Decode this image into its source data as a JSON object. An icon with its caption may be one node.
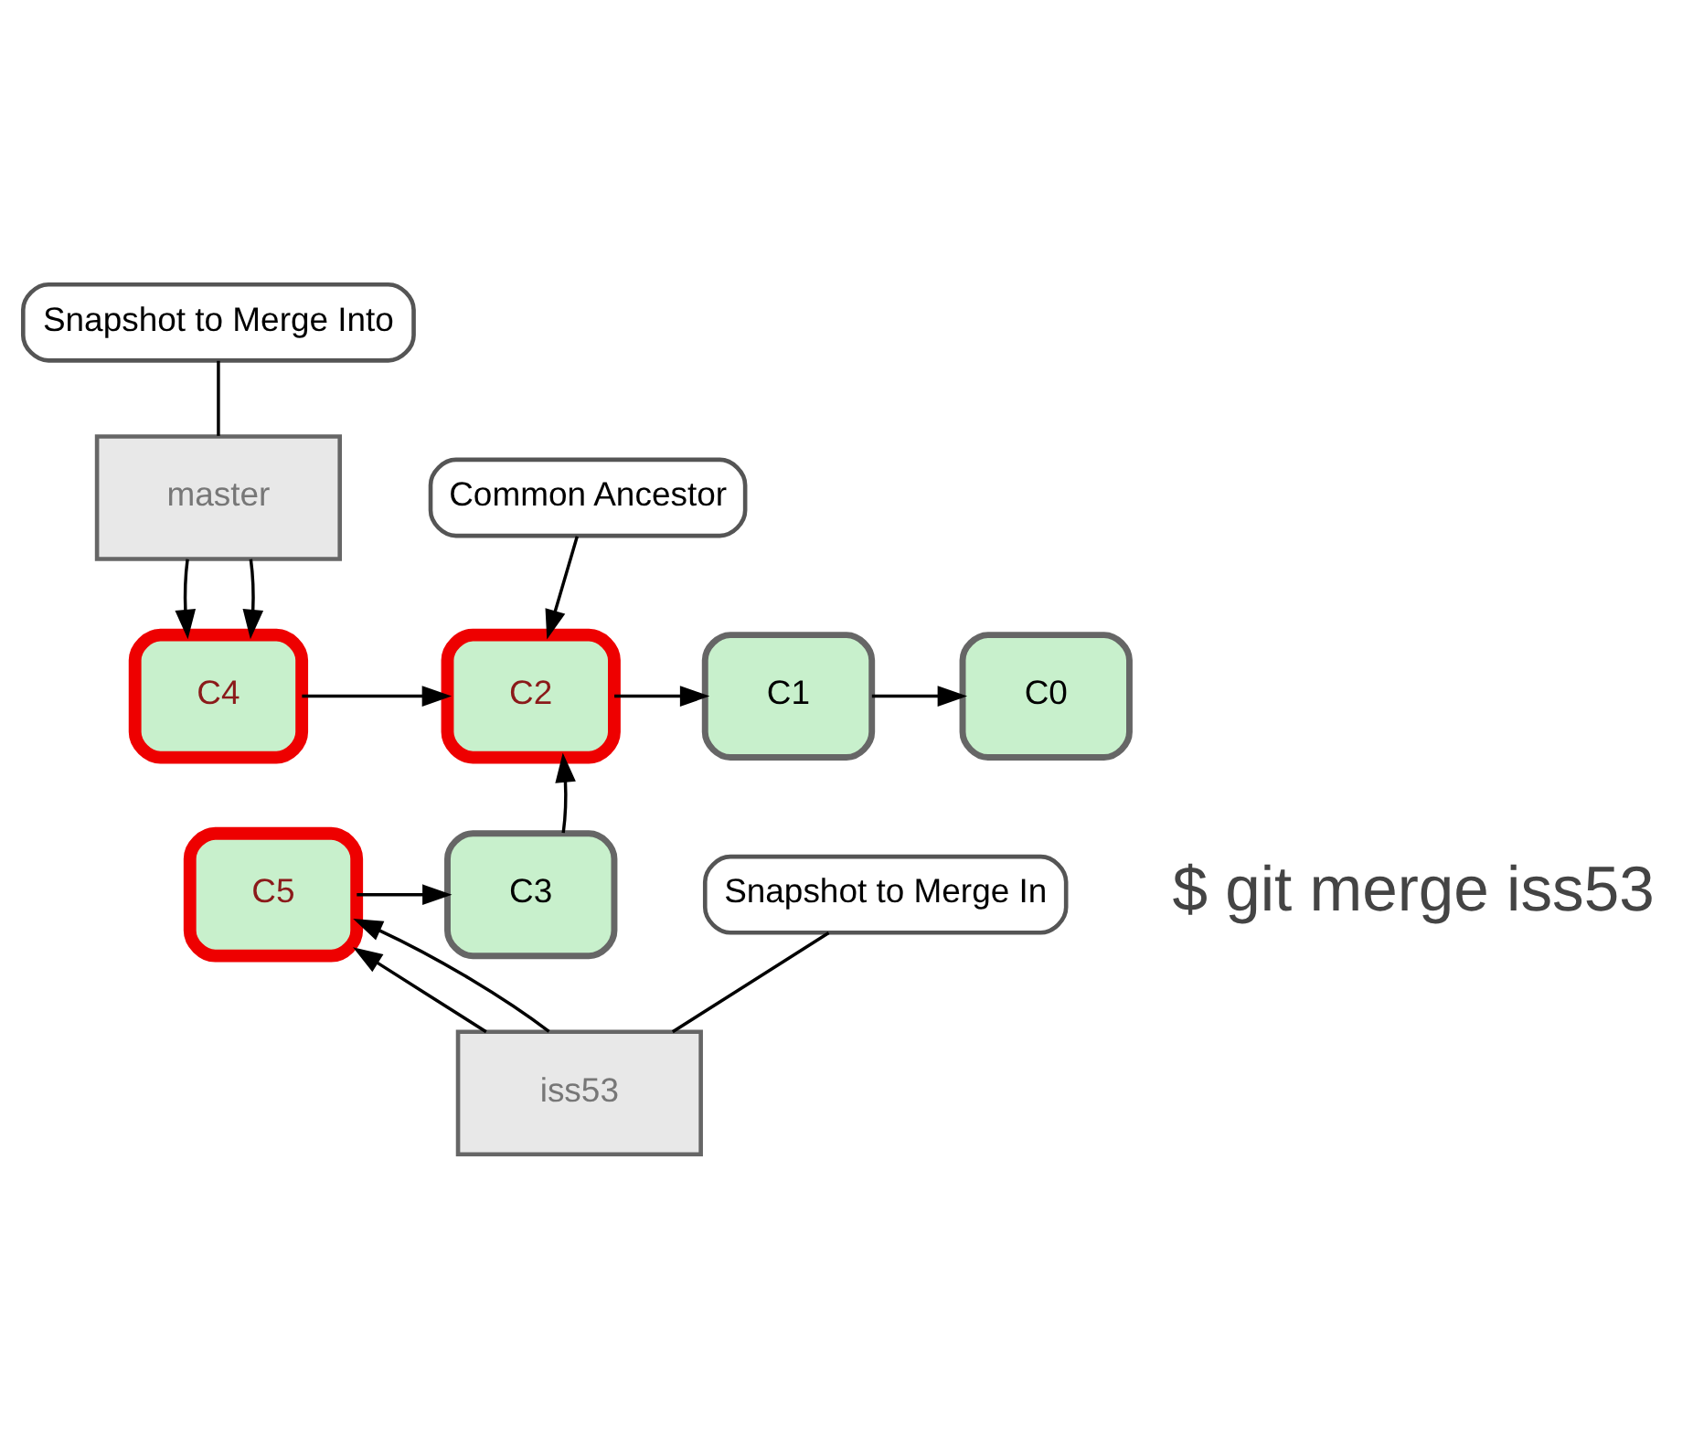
{
  "diagram": {
    "nodes": [
      {
        "text": [
          "Snapshot to Merge Into"
        ]
      },
      {
        "text": [
          "master"
        ]
      },
      {
        "text": [
          "Common Ancestor"
        ]
      },
      {
        "text": [
          "C0"
        ]
      },
      {
        "text": [
          "C1"
        ]
      },
      {
        "text": [
          "C2"
        ]
      },
      {
        "text": [
          "C4"
        ]
      },
      {
        "text": [
          "C3"
        ]
      },
      {
        "text": [
          "C5"
        ]
      },
      {
        "text": [
          "iss53"
        ]
      },
      {
        "text": [
          "Snapshot to Merge In"
        ]
      }
    ],
    "edges": [
      {
        "from": 0,
        "to": 1,
        "arrow": "none"
      },
      {
        "from": 2,
        "to": 5,
        "arrow": "to"
      },
      {
        "from": 1,
        "to": 6,
        "arrow": "to"
      },
      {
        "from": 1,
        "to": 6,
        "arrow": "to"
      },
      {
        "from": 4,
        "to": 3,
        "arrow": "to"
      },
      {
        "from": 5,
        "to": 4,
        "arrow": "to"
      },
      {
        "from": 6,
        "to": 5,
        "arrow": "to"
      },
      {
        "from": 7,
        "to": 5,
        "arrow": "to"
      },
      {
        "from": 8,
        "to": 7,
        "arrow": "to"
      },
      {
        "from": 9,
        "to": 8,
        "arrow": "to"
      },
      {
        "from": 9,
        "to": 8,
        "arrow": "to"
      },
      {
        "from": 10,
        "to": 9,
        "arrow": "none"
      }
    ],
    "labels": [
      "$ git merge iss53"
    ]
  }
}
